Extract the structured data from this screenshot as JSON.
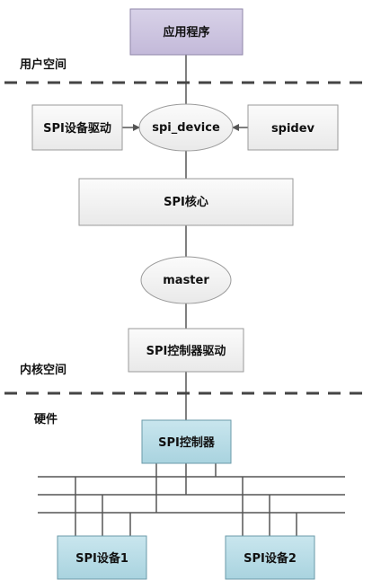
{
  "colors": {
    "app_fill": "#cbc3dd",
    "box_fill": "#f3f3f3",
    "controller_fill": "#b9dce6",
    "device_fill": "#b9dce6",
    "line": "#555555",
    "dash": "#444444"
  },
  "zones": {
    "user_space": "用户空间",
    "kernel_space": "内核空间",
    "hardware": "硬件"
  },
  "nodes": {
    "app": "应用程序",
    "spi_device_driver": "SPI设备驱动",
    "spi_device": "spi_device",
    "spidev": "spidev",
    "spi_core": "SPI核心",
    "master": "master",
    "spi_controller_driver": "SPI控制器驱动",
    "spi_controller": "SPI控制器",
    "spi_device_1": "SPI设备1",
    "spi_device_2": "SPI设备2"
  }
}
